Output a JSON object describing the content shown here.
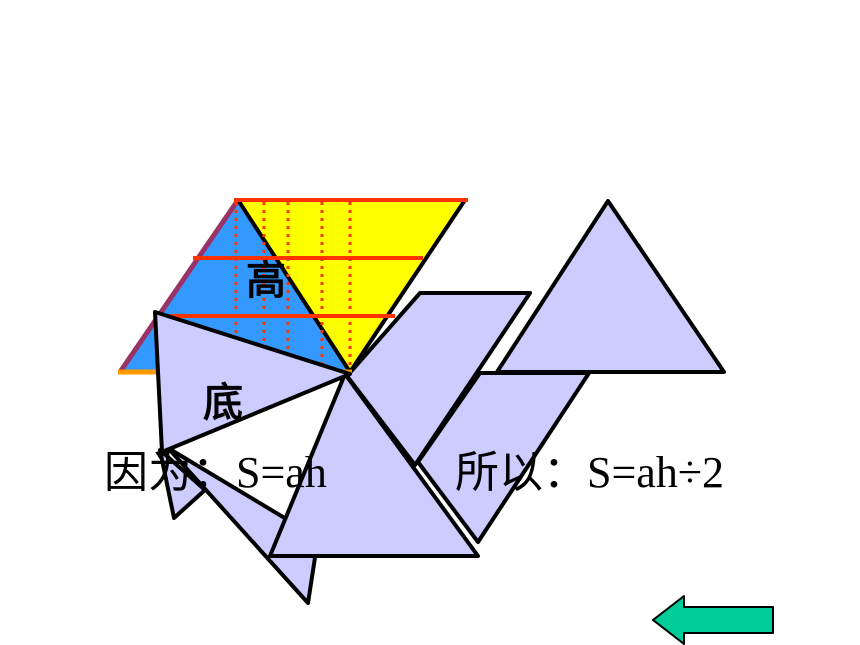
{
  "labels": {
    "height": "高",
    "base": "底"
  },
  "formulas": {
    "left": "因为：S=ah",
    "right": "所以：S=ah÷2"
  },
  "colors": {
    "lavender": "#ccccff",
    "blue": "#3399ff",
    "yellow": "#ffff00",
    "red": "#ff3300",
    "orange": "#ff9900",
    "edge": "#993366",
    "arrow": "#00cc99",
    "stroke": "#000000"
  },
  "icons": {
    "back": "arrow-left-icon"
  }
}
